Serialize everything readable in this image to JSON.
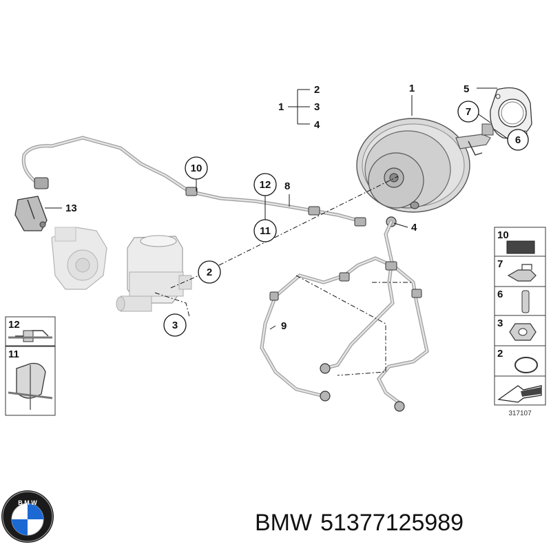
{
  "diagram": {
    "callouts": {
      "c1_top": "1",
      "c1_group": "1",
      "c2_group": "2",
      "c3_group": "3",
      "c4_group": "4",
      "c5": "5",
      "c7": "7",
      "c6": "6",
      "c10": "10",
      "c12": "12",
      "c8": "8",
      "c11": "11",
      "c4": "4",
      "c13": "13",
      "c2": "2",
      "c3": "3",
      "c9": "9"
    },
    "legend": {
      "items": [
        {
          "number": "10",
          "icon": "foam-pad-icon"
        },
        {
          "number": "7",
          "icon": "clip-icon"
        },
        {
          "number": "6",
          "icon": "pin-icon"
        },
        {
          "number": "3",
          "icon": "nut-icon"
        },
        {
          "number": "2",
          "icon": "o-ring-icon"
        },
        {
          "number": "",
          "icon": "arrow-icon"
        }
      ],
      "code": "317107"
    },
    "detail": {
      "top_label": "12",
      "bottom_label": "11"
    }
  },
  "footer": {
    "brand": "BMW",
    "part_number": "51377125989"
  },
  "logo": {
    "name": "BMW",
    "colors": {
      "blue": "#1c69d4",
      "ring": "#1a1a1a",
      "white": "#ffffff"
    }
  }
}
